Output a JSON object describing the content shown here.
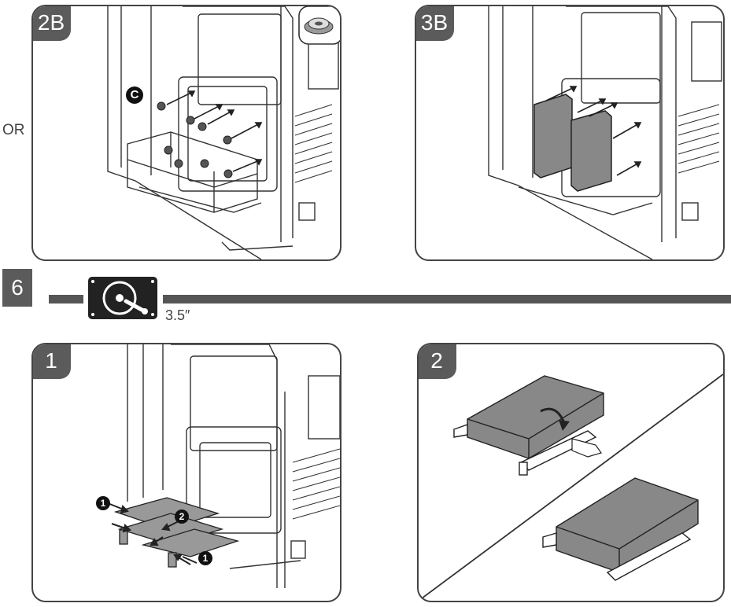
{
  "separator_text": "OR",
  "section": {
    "step_number": "6",
    "drive_icon": "hard-drive-icon",
    "drive_size": "3.5″"
  },
  "panels": {
    "p2b": {
      "label": "2B",
      "callout": "C",
      "inset_icon": "rubber-grommet-icon"
    },
    "p3b": {
      "label": "3B"
    },
    "p1": {
      "label": "1",
      "callouts": [
        "1",
        "2",
        "1"
      ]
    },
    "p2": {
      "label": "2"
    }
  }
}
